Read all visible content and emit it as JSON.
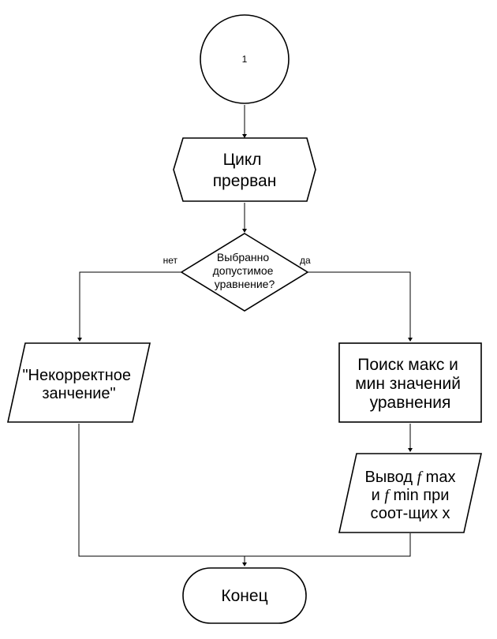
{
  "connector": {
    "label": "1"
  },
  "loop_end": {
    "lines": [
      "Цикл",
      "прерван"
    ]
  },
  "decision": {
    "lines": [
      "Выбранно",
      "допустимое",
      "уравнение?"
    ],
    "no_label": "нет",
    "yes_label": "да"
  },
  "output_error": {
    "lines": [
      "\"Некорректное",
      "занчение\""
    ]
  },
  "process": {
    "lines": [
      "Поиск макс и",
      "мин значений",
      "уравнения"
    ]
  },
  "output_result": {
    "line1_pre": "Вывод ",
    "line1_sym": "f",
    "line1_post": " max",
    "line2_pre": "и ",
    "line2_sym": "f",
    "line2_post": " min при",
    "line3": "соот-щих x"
  },
  "terminator": {
    "label": "Конец"
  }
}
